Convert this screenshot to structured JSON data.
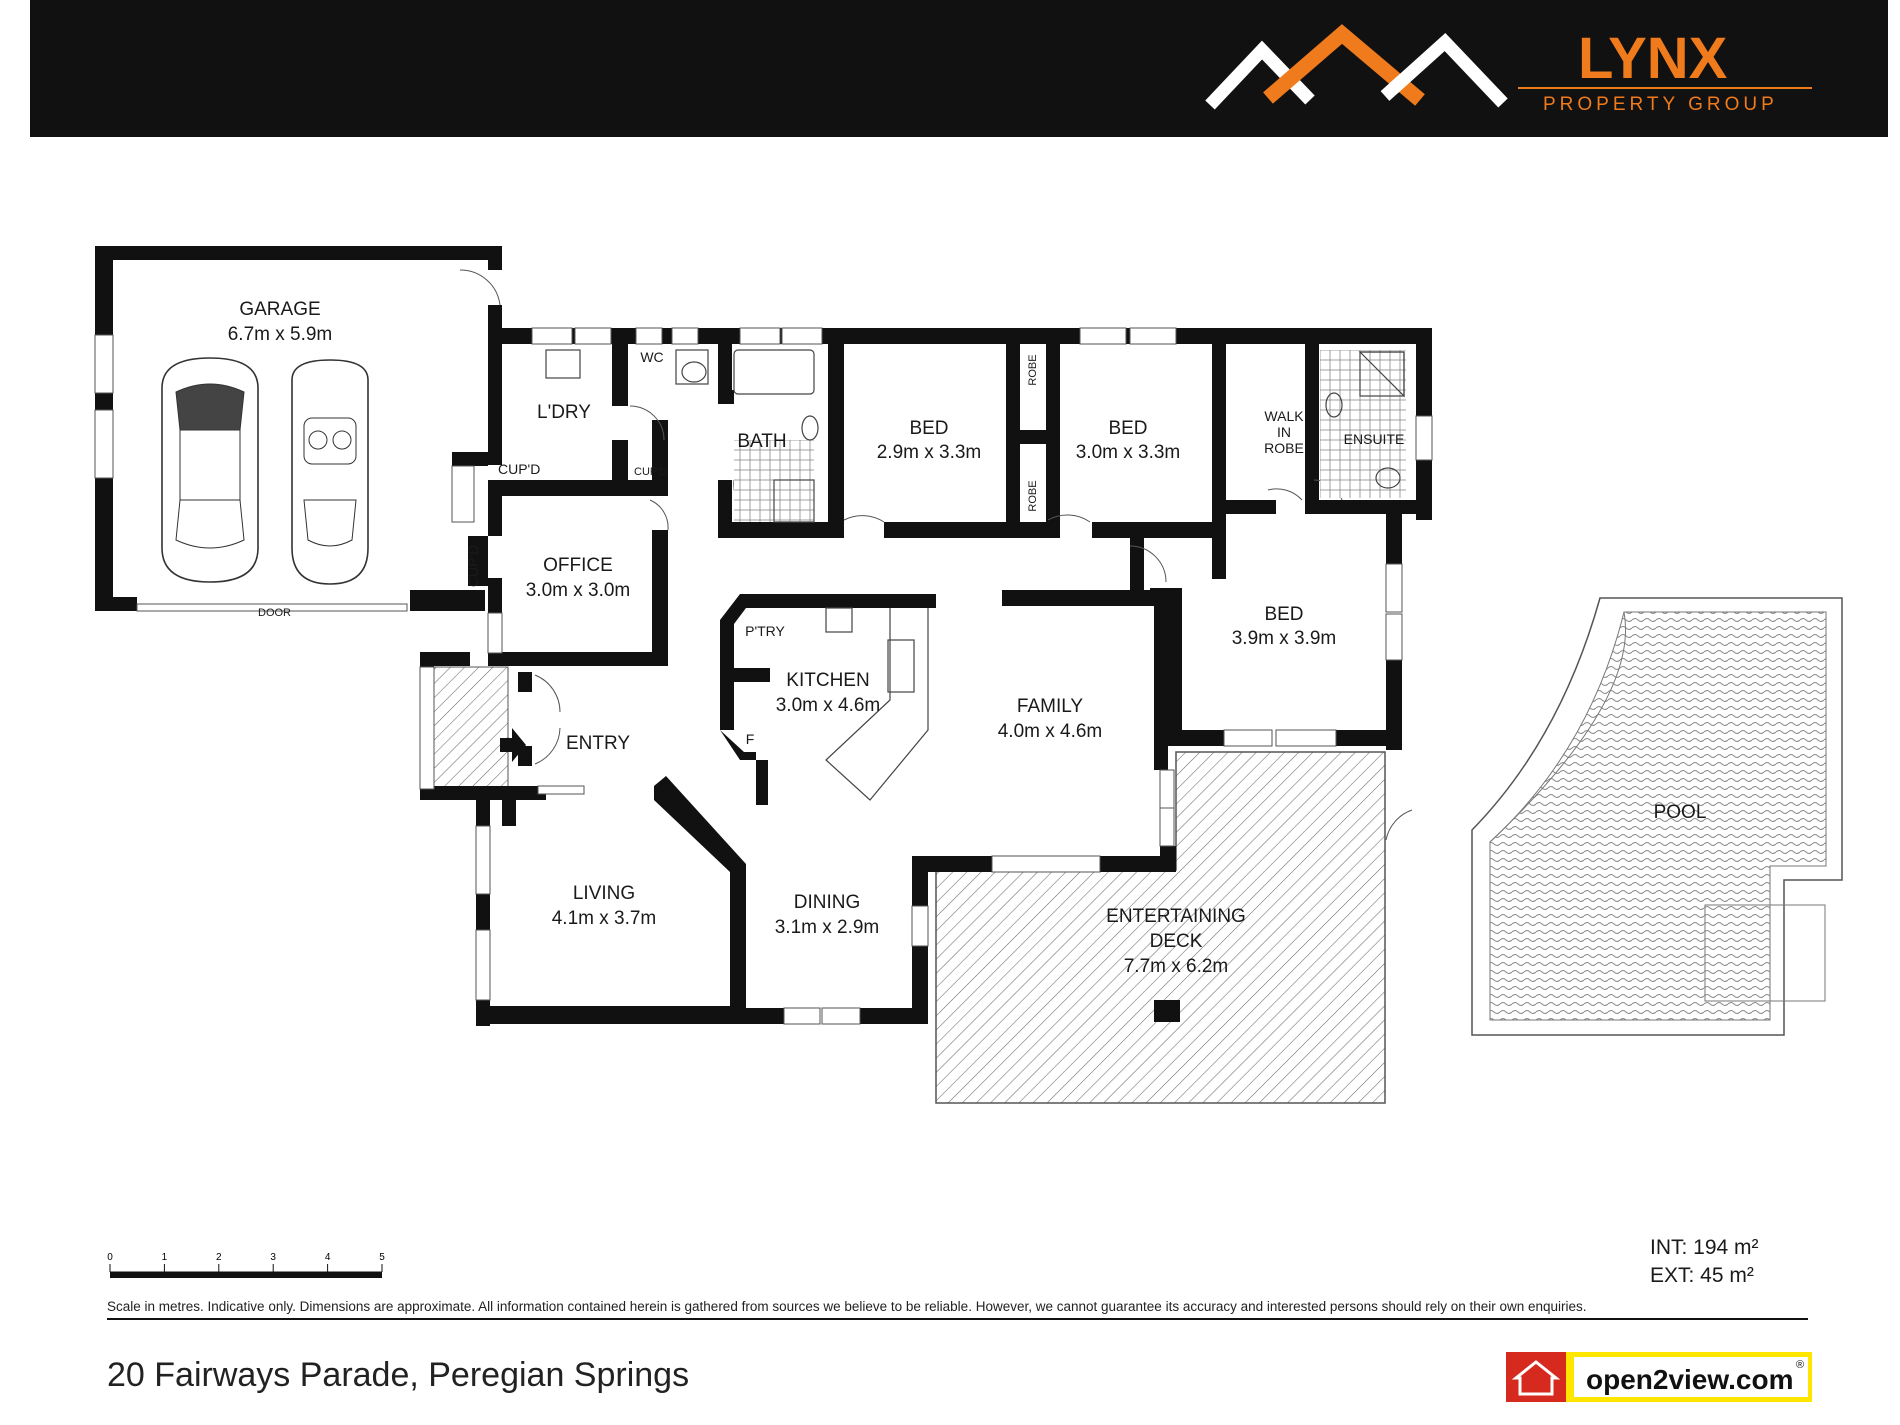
{
  "brand": {
    "name": "LYNX",
    "tagline": "PROPERTY GROUP",
    "colors": {
      "header_bg": "#111111",
      "accent": "#f07b1c",
      "roof_white": "#ffffff"
    }
  },
  "rooms": {
    "garage": {
      "name": "GARAGE",
      "dims": "6.7m x 5.9m",
      "door_label": "DOOR"
    },
    "laundry": {
      "name": "L'DRY"
    },
    "laundry_cupboard": {
      "name": "CUP'D"
    },
    "laundry_cupboard_small": {
      "name": "CUP'D"
    },
    "wc": {
      "name": "WC"
    },
    "bath": {
      "name": "BATH"
    },
    "bed1": {
      "name": "BED",
      "dims": "2.9m x 3.3m"
    },
    "robe1": {
      "name": "ROBE"
    },
    "robe2": {
      "name": "ROBE"
    },
    "bed2": {
      "name": "BED",
      "dims": "3.0m x 3.3m"
    },
    "walk_in_robe": {
      "line1": "WALK",
      "line2": "IN",
      "line3": "ROBE"
    },
    "ensuite": {
      "name": "ENSUITE"
    },
    "office": {
      "name": "OFFICE",
      "dims": "3.0m x 3.0m"
    },
    "office_cupboard": {
      "name": "CUP'D"
    },
    "pantry": {
      "name": "P'TRY"
    },
    "fridge": {
      "name": "F"
    },
    "kitchen": {
      "name": "KITCHEN",
      "dims": "3.0m x 4.6m"
    },
    "family": {
      "name": "FAMILY",
      "dims": "4.0m x 4.6m"
    },
    "bed3": {
      "name": "BED",
      "dims": "3.9m x 3.9m"
    },
    "entry": {
      "name": "ENTRY"
    },
    "living": {
      "name": "LIVING",
      "dims": "4.1m x 3.7m"
    },
    "dining": {
      "name": "DINING",
      "dims": "3.1m x 2.9m"
    },
    "deck": {
      "line1": "ENTERTAINING",
      "line2": "DECK",
      "dims": "7.7m x 6.2m"
    },
    "pool": {
      "name": "POOL"
    }
  },
  "scale": {
    "ticks": [
      "0",
      "1",
      "2",
      "3",
      "4",
      "5"
    ]
  },
  "areas": {
    "internal": "INT: 194 m²",
    "external": "EXT: 45 m²"
  },
  "disclaimer": "Scale in metres. Indicative only. Dimensions are approximate. All information contained herein is gathered from sources we believe to be reliable. However, we cannot guarantee its accuracy and interested persons should rely on their own enquiries.",
  "address": "20 Fairways Parade, Peregian Springs",
  "logo2": {
    "text": "open2view.com",
    "mark": "®",
    "colors": {
      "bg": "#ffe600",
      "red": "#d62a1e"
    }
  },
  "icons": {
    "car1": "car-top-view-icon",
    "car2": "convertible-top-view-icon",
    "entry_arrow": "entry-arrow-icon"
  }
}
